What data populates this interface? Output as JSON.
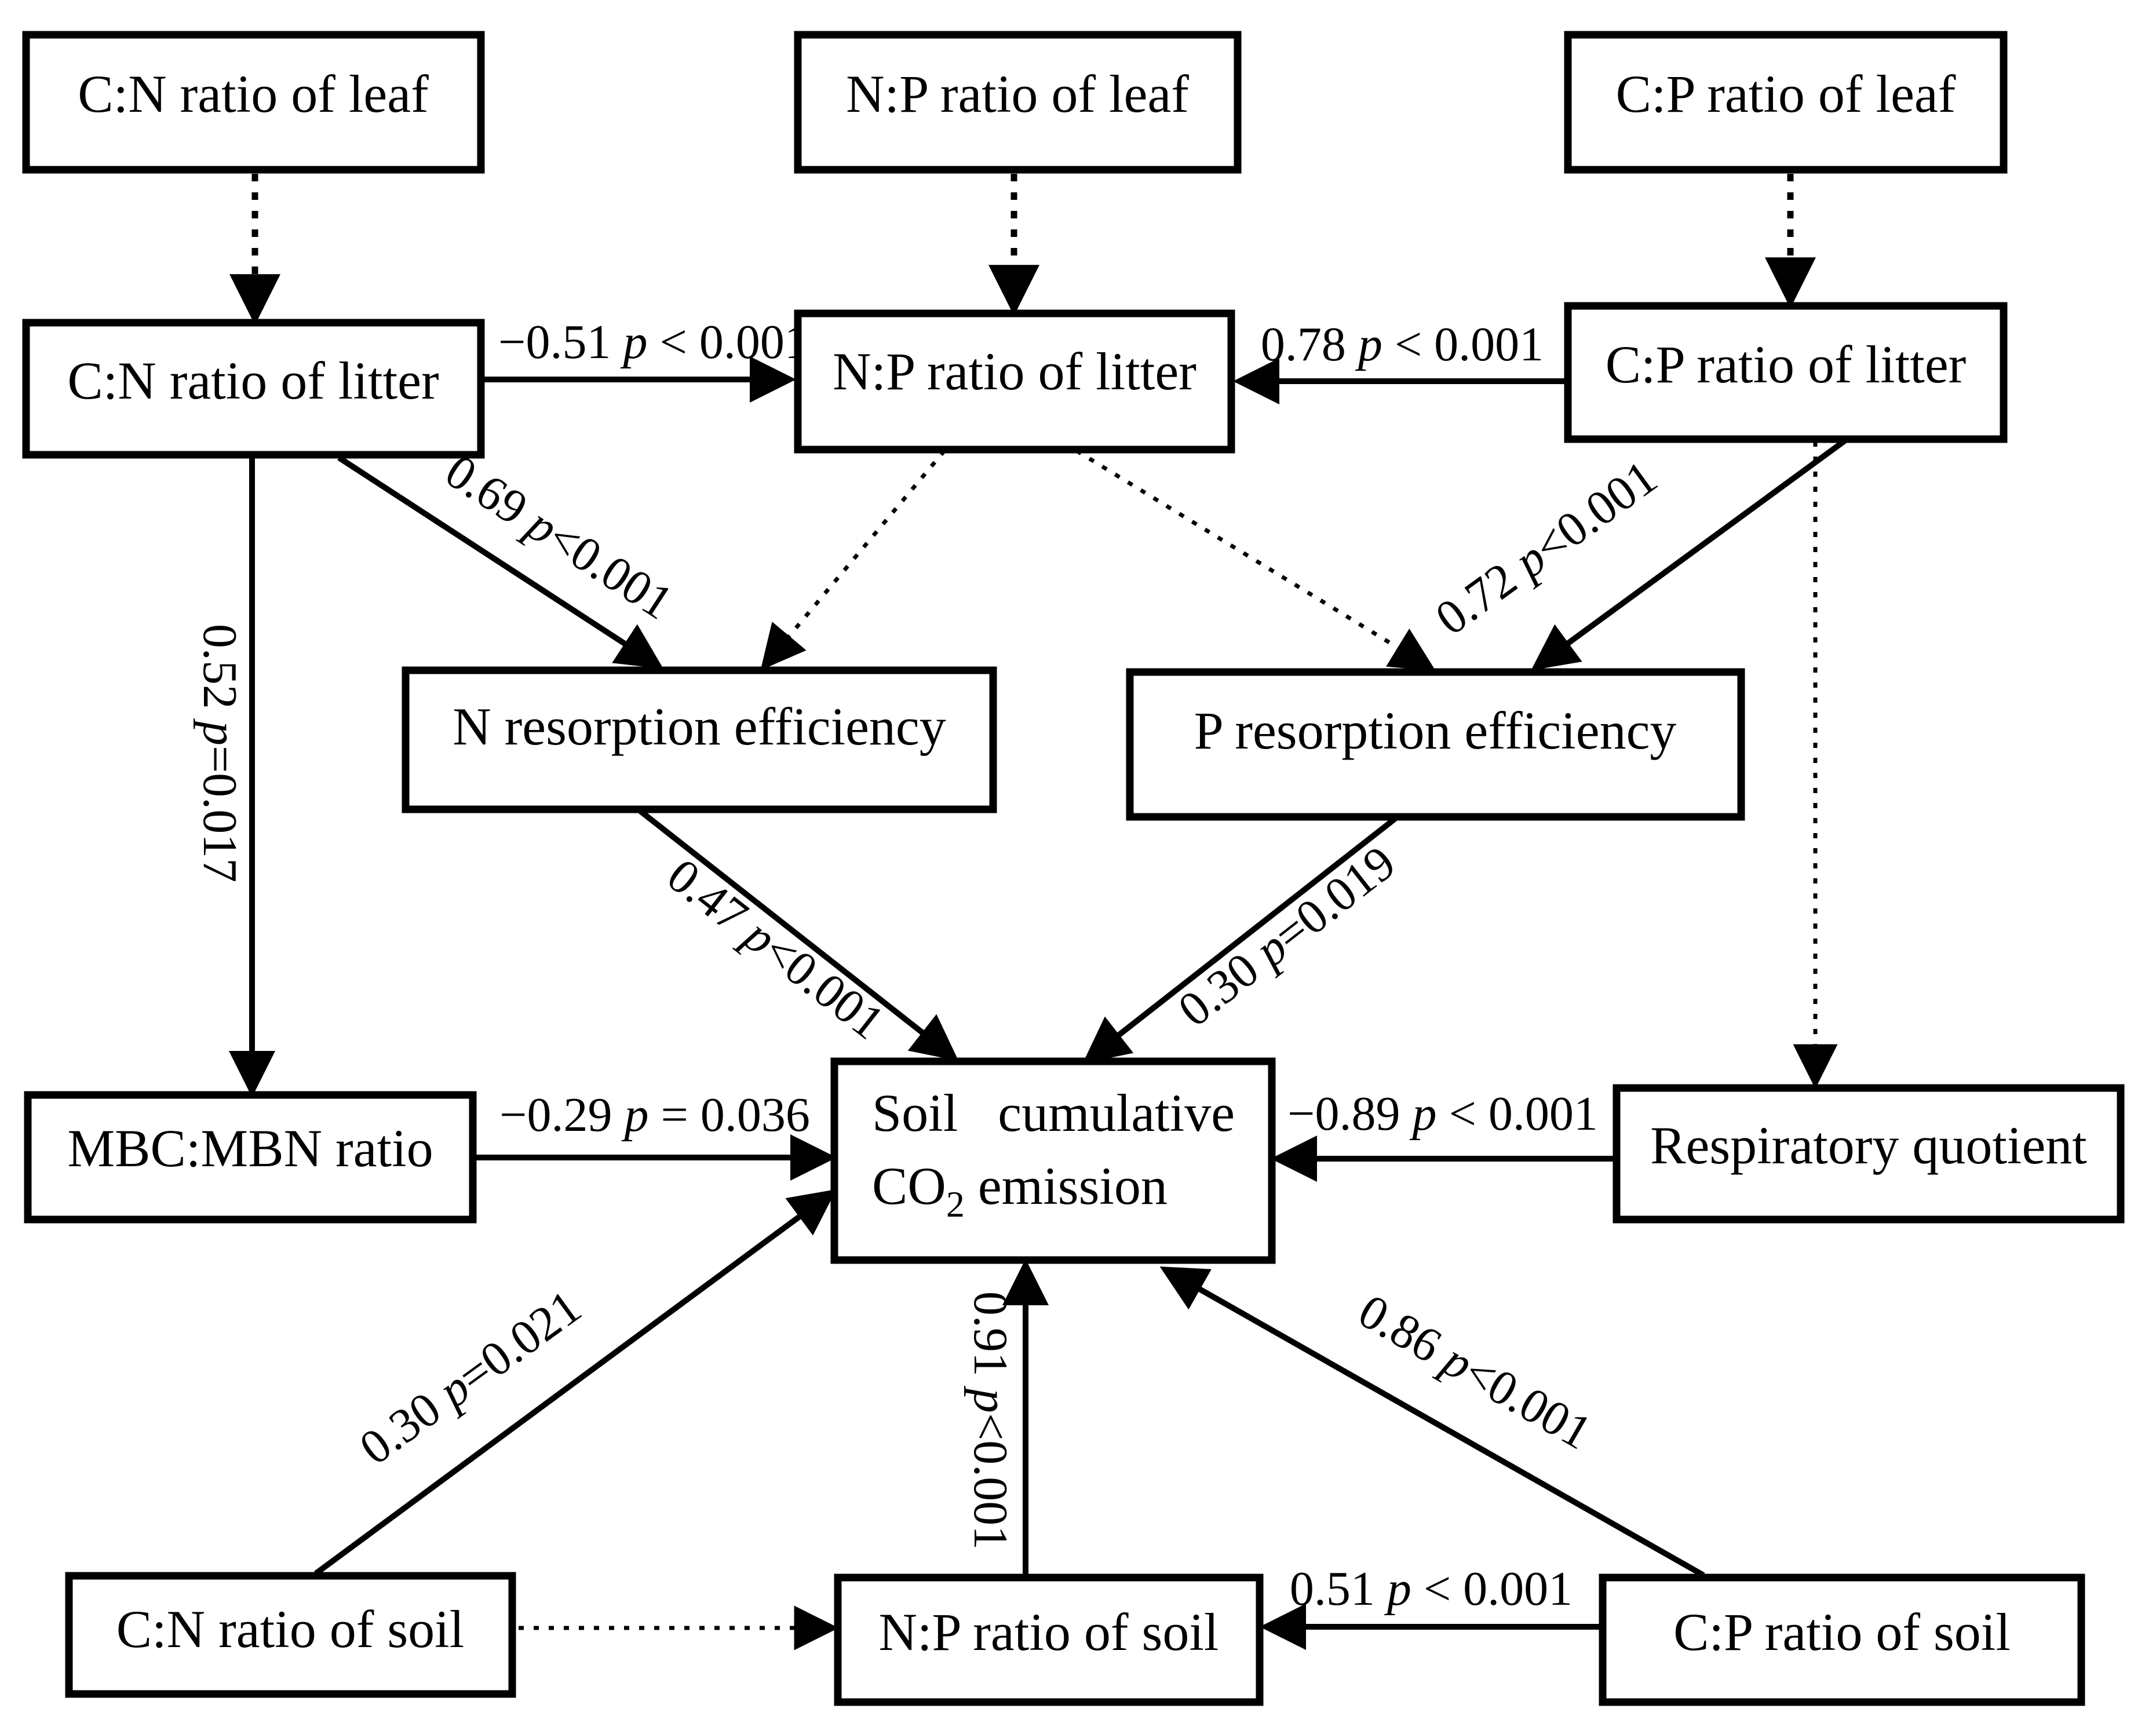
{
  "diagram": {
    "background_color": "#ffffff",
    "line_color": "#000000",
    "nodes": {
      "cn_leaf": {
        "label": "C:N ratio of leaf"
      },
      "np_leaf": {
        "label": "N:P ratio of leaf"
      },
      "cp_leaf": {
        "label": "C:P ratio of leaf"
      },
      "cn_litter": {
        "label": "C:N ratio of litter"
      },
      "np_litter": {
        "label": "N:P ratio of litter"
      },
      "cp_litter": {
        "label": "C:P ratio of litter"
      },
      "n_resorption": {
        "label": "N resorption efficiency"
      },
      "p_resorption": {
        "label": "P resorption efficiency"
      },
      "mbc_mbn": {
        "label": "MBC:MBN ratio"
      },
      "co2": {
        "line1": "Soil   cumulative",
        "line2_pre": "CO",
        "line2_sub": "2",
        "line2_post": " emission"
      },
      "respiratory": {
        "label": "Respiratory quotient"
      },
      "cn_soil": {
        "label": "C:N ratio of soil"
      },
      "np_soil": {
        "label": "N:P ratio of soil"
      },
      "cp_soil": {
        "label": "C:P ratio of soil"
      }
    },
    "edges": [
      {
        "from": "cn_litter",
        "to": "np_litter",
        "style": "solid",
        "pre": "−0.51 ",
        "p": "p",
        "post": " < 0.001"
      },
      {
        "from": "cp_litter",
        "to": "np_litter",
        "style": "solid",
        "pre": "0.78 ",
        "p": "p",
        "post": " < 0.001"
      },
      {
        "from": "cn_litter",
        "to": "n_resorption",
        "style": "solid",
        "pre": "0.69 ",
        "p": "p",
        "post": "<0.001"
      },
      {
        "from": "cp_litter",
        "to": "p_resorption",
        "style": "solid",
        "pre": "0.72 ",
        "p": "p",
        "post": "<0.001"
      },
      {
        "from": "cn_litter",
        "to": "mbc_mbn",
        "style": "solid",
        "pre": "0.52 ",
        "p": "p",
        "post": "=0.017"
      },
      {
        "from": "n_resorption",
        "to": "co2",
        "style": "solid",
        "pre": "0.47 ",
        "p": "p",
        "post": "<0.001"
      },
      {
        "from": "p_resorption",
        "to": "co2",
        "style": "solid",
        "pre": "0.30 ",
        "p": "p",
        "post": "=0.019"
      },
      {
        "from": "mbc_mbn",
        "to": "co2",
        "style": "solid",
        "pre": "−0.29 ",
        "p": "p",
        "post": " = 0.036"
      },
      {
        "from": "respiratory",
        "to": "co2",
        "style": "solid",
        "pre": "−0.89 ",
        "p": "p",
        "post": " < 0.001"
      },
      {
        "from": "cn_soil",
        "to": "co2",
        "style": "solid",
        "pre": "0.30 ",
        "p": "p",
        "post": "=0.021"
      },
      {
        "from": "np_soil",
        "to": "co2",
        "style": "solid",
        "pre": "0.91 ",
        "p": "p",
        "post": "<0.001"
      },
      {
        "from": "cp_soil",
        "to": "co2",
        "style": "solid",
        "pre": "0.86 ",
        "p": "p",
        "post": "<0.001"
      },
      {
        "from": "cp_soil",
        "to": "np_soil",
        "style": "solid",
        "pre": "0.51 ",
        "p": "p",
        "post": " < 0.001"
      }
    ],
    "dotted_edges": [
      {
        "from": "cn_leaf",
        "to": "cn_litter"
      },
      {
        "from": "np_leaf",
        "to": "np_litter"
      },
      {
        "from": "cp_leaf",
        "to": "cp_litter"
      },
      {
        "from": "np_litter",
        "to": "n_resorption"
      },
      {
        "from": "np_litter",
        "to": "p_resorption"
      },
      {
        "from": "cp_litter",
        "to": "respiratory"
      },
      {
        "from": "cn_soil",
        "to": "np_soil"
      }
    ]
  }
}
